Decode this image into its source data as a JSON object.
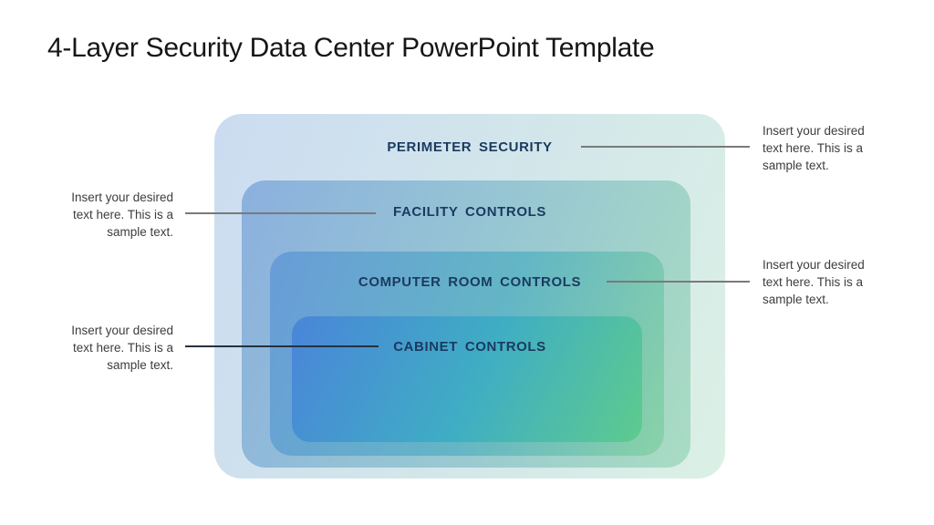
{
  "slide": {
    "title": "4-Layer Security Data Center PowerPoint Template"
  },
  "layers": [
    {
      "label": "PERIMETER SECURITY"
    },
    {
      "label": "FACILITY CONTROLS"
    },
    {
      "label": "COMPUTER ROOM CONTROLS"
    },
    {
      "label": "CABINET CONTROLS"
    }
  ],
  "annotations": [
    {
      "id": "perimeter-security-note",
      "side": "right",
      "text": "Insert your desired text here. This is a sample text."
    },
    {
      "id": "facility-controls-note",
      "side": "left",
      "text": "Insert your desired text here. This is a sample text."
    },
    {
      "id": "computer-room-controls-note",
      "side": "right",
      "text": "Insert your desired text here. This is a sample text."
    },
    {
      "id": "cabinet-controls-note",
      "side": "left",
      "text": "Insert your desired text here. This is a sample text."
    }
  ],
  "colors": {
    "label_navy": "#1b3a5f",
    "annotation_text": "#3d3d3d",
    "connector_gray": "#7a7a7a",
    "connector_dark": "#26313e",
    "layer1_gradient": [
      "#cbdcf1",
      "#d3e7ea",
      "#dbf0e5"
    ],
    "layer2_gradient": [
      "#8bb0de",
      "#97c6d3",
      "#a9dcc2"
    ],
    "layer3_gradient": [
      "#699cd8",
      "#63b6c5",
      "#8ad2a8"
    ],
    "layer4_gradient": [
      "#4a85d9",
      "#3fadc4",
      "#5ecb8e"
    ],
    "background": "#ffffff",
    "title_text": "#161616"
  }
}
